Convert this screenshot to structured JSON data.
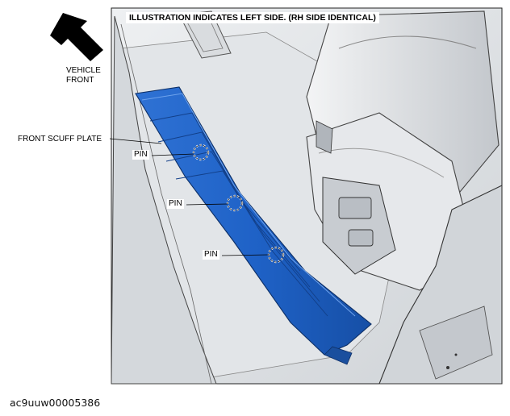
{
  "banner": "ILLUSTRATION INDICATES LEFT SIDE. (RH SIDE IDENTICAL)",
  "vehicle_front": [
    "VEHICLE",
    "FRONT"
  ],
  "scuff_plate_label": "FRONT SCUFF PLATE",
  "pins": [
    "PIN",
    "PIN",
    "PIN"
  ],
  "image_code": "ac9uuw00005386",
  "colors": {
    "plate": "#1f62c7",
    "plate_highlight": "#3f82e0",
    "interior_light": "#e4e7ea",
    "interior_mid": "#c9cdd2",
    "outline": "#2a2a2a"
  },
  "icons": [
    "vehicle-front-arrow-icon",
    "pin-location-circle-icon"
  ]
}
